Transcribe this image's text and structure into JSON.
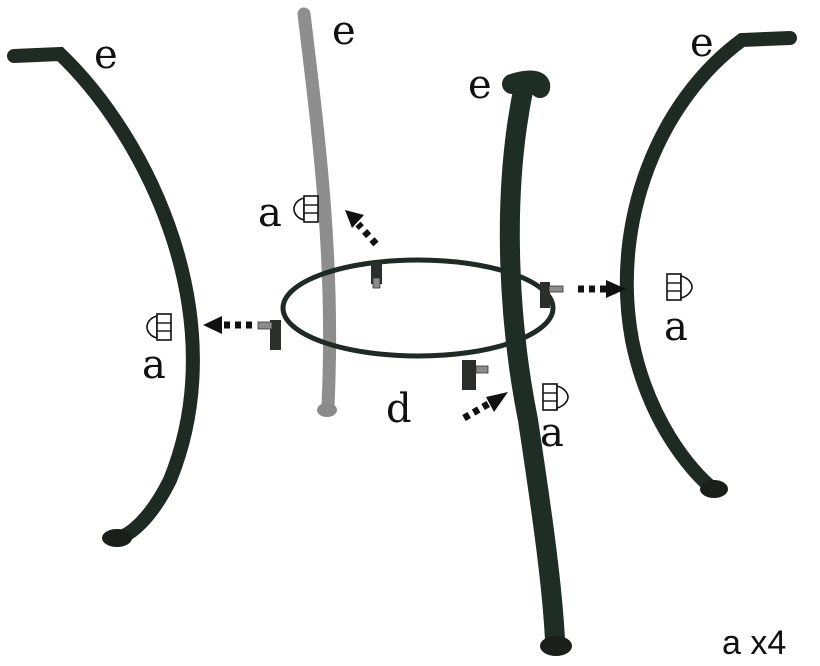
{
  "labels": {
    "leg": "e",
    "ring": "d",
    "cap": "a",
    "count": "a x4"
  },
  "colors": {
    "metal_dark": "#1f2a24",
    "metal_grey": "#8e8e8e",
    "ink": "#111111"
  },
  "icons": [
    "end-cap-icon",
    "arrow-icon"
  ]
}
